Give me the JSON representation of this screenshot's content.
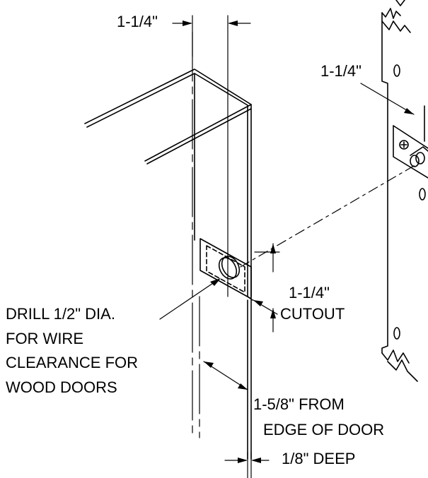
{
  "colors": {
    "line": "#000000",
    "background": "#ffffff"
  },
  "dimensions": {
    "top_width": "1-1/4\"",
    "plate_offset": "1-1/4\"",
    "cutout_size": "1-1/4\"",
    "cutout_word": "CUTOUT",
    "from_edge": "1-5/8\"  FROM",
    "edge_of_door": "EDGE OF DOOR",
    "depth": "1/8\" DEEP"
  },
  "drill_note": {
    "line1": "DRILL 1/2\" DIA.",
    "line2": "FOR WIRE",
    "line3": "CLEARANCE FOR",
    "line4": "WOOD DOORS"
  }
}
